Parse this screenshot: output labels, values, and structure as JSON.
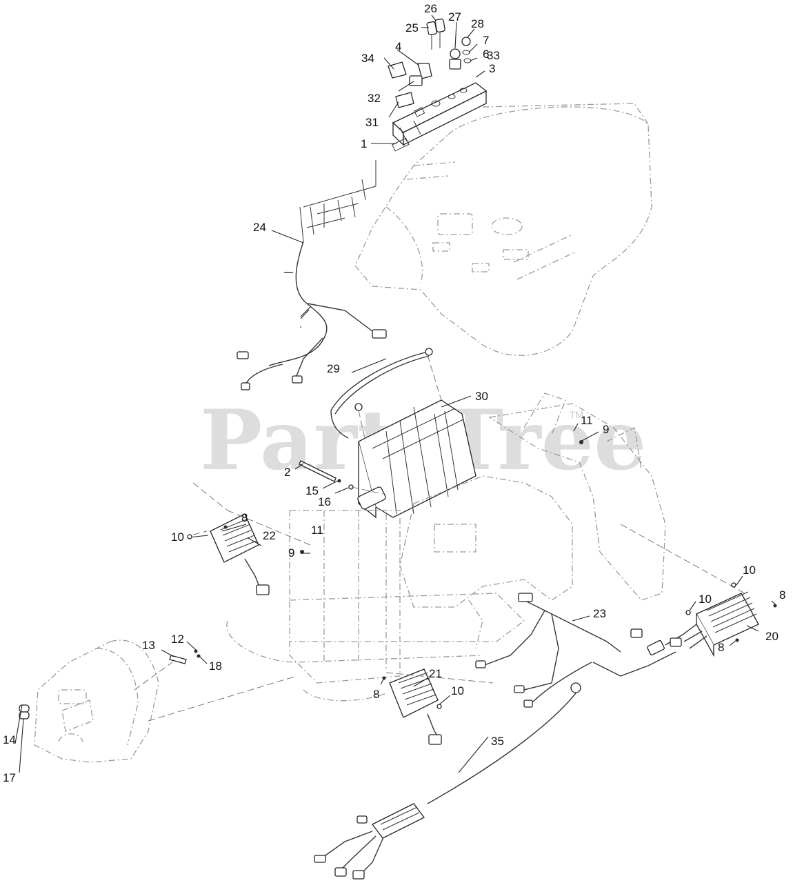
{
  "watermark": {
    "text": "PartsTree",
    "tm": "TM"
  },
  "callouts": [
    {
      "id": "c26",
      "text": "26"
    },
    {
      "id": "c25",
      "text": "25"
    },
    {
      "id": "c27",
      "text": "27"
    },
    {
      "id": "c28",
      "text": "28"
    },
    {
      "id": "c4",
      "text": "4"
    },
    {
      "id": "c7",
      "text": "7"
    },
    {
      "id": "c6",
      "text": "6"
    },
    {
      "id": "c34",
      "text": "34"
    },
    {
      "id": "c33",
      "text": "33"
    },
    {
      "id": "c3",
      "text": "3"
    },
    {
      "id": "c32",
      "text": "32"
    },
    {
      "id": "c31",
      "text": "31"
    },
    {
      "id": "c1",
      "text": "1"
    },
    {
      "id": "c24",
      "text": "24"
    },
    {
      "id": "c29",
      "text": "29"
    },
    {
      "id": "c30",
      "text": "30"
    },
    {
      "id": "c11a",
      "text": "11"
    },
    {
      "id": "c9a",
      "text": "9"
    },
    {
      "id": "c2",
      "text": "2"
    },
    {
      "id": "c15",
      "text": "15"
    },
    {
      "id": "c16",
      "text": "16"
    },
    {
      "id": "c8a",
      "text": "8"
    },
    {
      "id": "c22",
      "text": "22"
    },
    {
      "id": "c11b",
      "text": "11"
    },
    {
      "id": "c10a",
      "text": "10"
    },
    {
      "id": "c9b",
      "text": "9"
    },
    {
      "id": "c10b",
      "text": "10"
    },
    {
      "id": "c8b",
      "text": "8"
    },
    {
      "id": "c10c",
      "text": "10"
    },
    {
      "id": "c23",
      "text": "23"
    },
    {
      "id": "c20",
      "text": "20"
    },
    {
      "id": "c8c",
      "text": "8"
    },
    {
      "id": "c13",
      "text": "13"
    },
    {
      "id": "c12",
      "text": "12"
    },
    {
      "id": "c18",
      "text": "18"
    },
    {
      "id": "c21",
      "text": "21"
    },
    {
      "id": "c8d",
      "text": "8"
    },
    {
      "id": "c10d",
      "text": "10"
    },
    {
      "id": "c14",
      "text": "14"
    },
    {
      "id": "c17",
      "text": "17"
    },
    {
      "id": "c35",
      "text": "35"
    }
  ]
}
